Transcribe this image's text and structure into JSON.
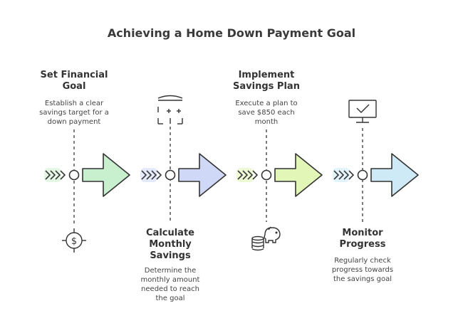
{
  "title": "Achieving a Home Down Payment Goal",
  "steps": [
    {
      "title": "Set Financial Goal",
      "description": "Establish a clear savings target for a down payment",
      "icon": "target-dollar-icon",
      "arrow_color": "#c8f0cf"
    },
    {
      "title": "Calculate Monthly Savings",
      "description": "Determine the monthly amount needed to reach the goal",
      "icon": "calculator-icon",
      "arrow_color": "#cfd8f7"
    },
    {
      "title": "Implement Savings Plan",
      "description": "Execute a plan to save $850 each month",
      "icon": "piggy-bank-coins-icon",
      "arrow_color": "#e2f6b8"
    },
    {
      "title": "Monitor Progress",
      "description": "Regularly check progress towards the savings goal",
      "icon": "monitor-checkmark-icon",
      "arrow_color": "#cdeaf6"
    }
  ]
}
